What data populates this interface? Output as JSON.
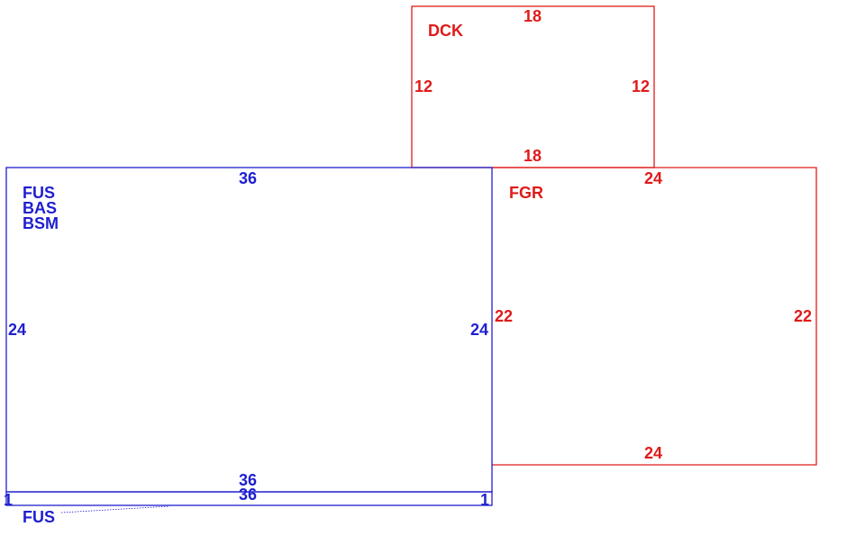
{
  "colors": {
    "blue": "#1f1fd0",
    "red": "#e01a1a",
    "background": "#ffffff"
  },
  "areas": {
    "living": {
      "codes": [
        "FUS",
        "BAS",
        "BSM"
      ],
      "dim_top": "36",
      "dim_bottom": "36",
      "dim_left": "24",
      "dim_right": "24"
    },
    "strip": {
      "dim_top": "36",
      "dim_left": "1",
      "dim_right": "1",
      "code": "FUS"
    },
    "deck": {
      "code": "DCK",
      "dim_top": "18",
      "dim_bottom": "18",
      "dim_left": "12",
      "dim_right": "12"
    },
    "garage": {
      "code": "FGR",
      "dim_top": "24",
      "dim_bottom": "24",
      "dim_left": "22",
      "dim_right": "22"
    }
  }
}
